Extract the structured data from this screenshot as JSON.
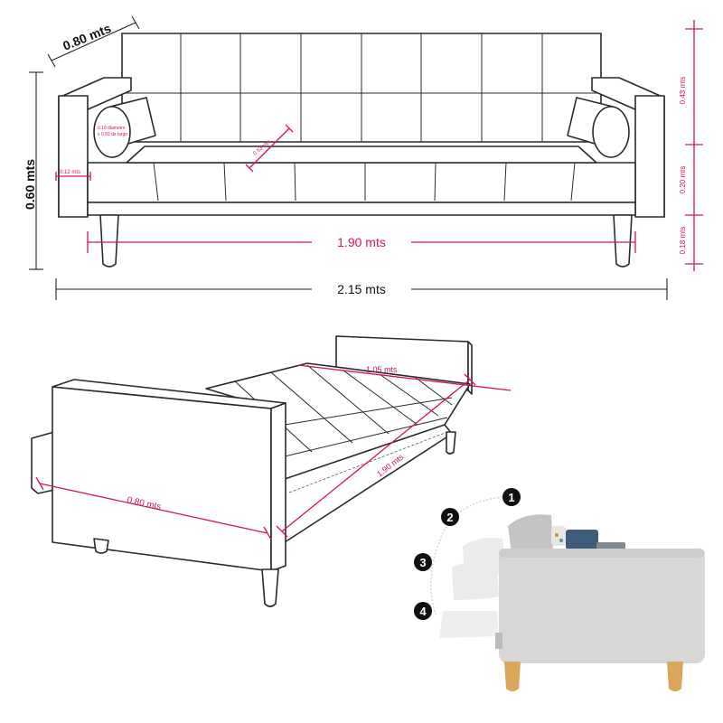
{
  "front_view": {
    "depth_label": "0.80 mts",
    "height_label": "0.60 mts",
    "total_width_label": "2.15 mts",
    "seat_width_label": "1.90 mts",
    "arm_width_label": "0.12 mts",
    "cushion_depth_label": "0.53 mts",
    "bolster_label_line1": "0.18 diametro",
    "bolster_label_line2": "x 0.50 de largo",
    "back_height_label": "0.43 mts",
    "seat_height_label": "0.20 mts",
    "leg_height_label": "0.18 mts"
  },
  "bed_view": {
    "width_label": "1.05 mts",
    "length_label": "1.90 mts",
    "depth_label": "0.80 mts"
  },
  "positions": {
    "steps": [
      "1",
      "2",
      "3",
      "4"
    ]
  },
  "colors": {
    "accent": "#d4145a",
    "line": "#2a2a2a",
    "fabric": "#d9d7d5",
    "wood": "#d9a65a"
  }
}
